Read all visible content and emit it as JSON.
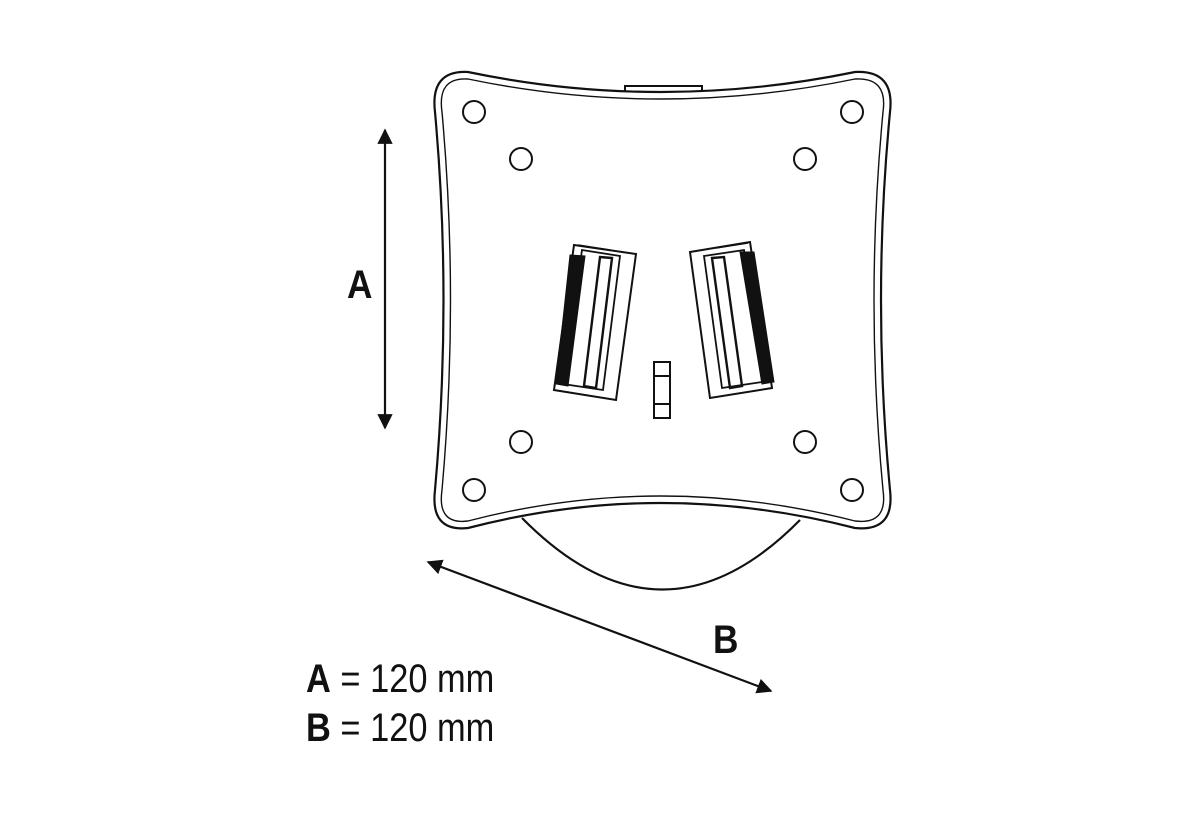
{
  "diagram": {
    "labels": {
      "a": "A",
      "b": "B"
    },
    "specs": [
      {
        "key": "A",
        "equals": "=",
        "value": "120 mm"
      },
      {
        "key": "B",
        "equals": "=",
        "value": "120 mm"
      }
    ],
    "colors": {
      "line": "#111111",
      "background": "#ffffff"
    }
  }
}
